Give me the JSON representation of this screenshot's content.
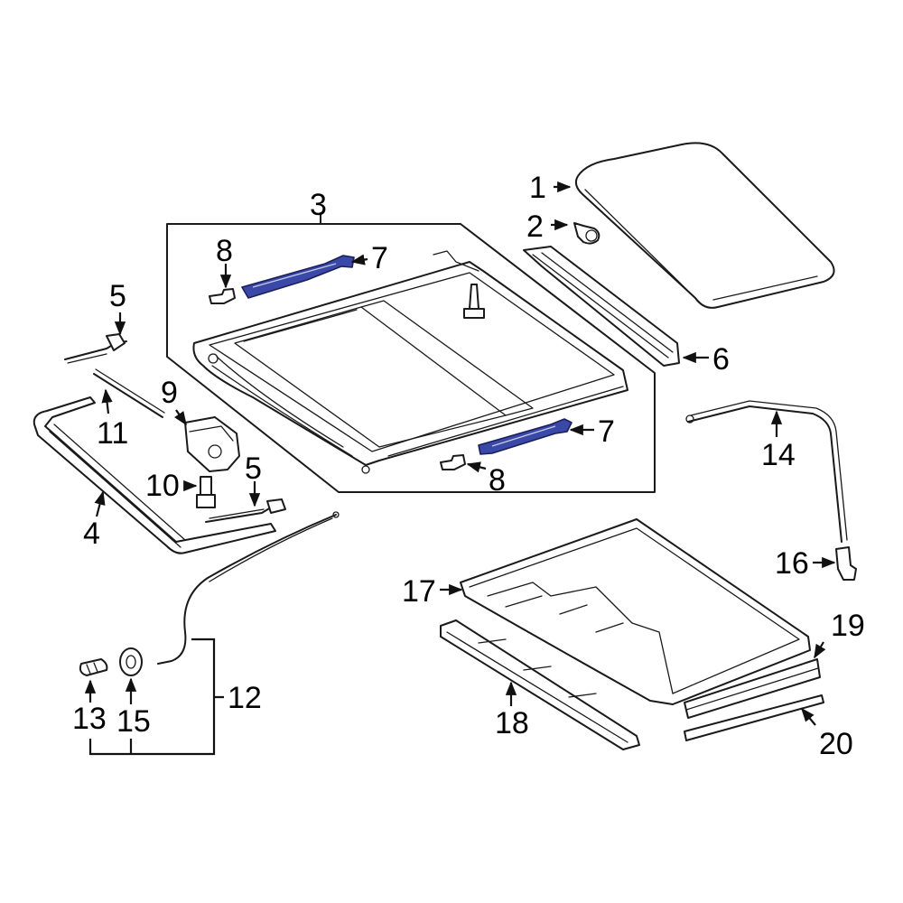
{
  "callouts": {
    "c1": "1",
    "c2": "2",
    "c3": "3",
    "c4": "4",
    "c5a": "5",
    "c5b": "5",
    "c6": "6",
    "c7a": "7",
    "c7b": "7",
    "c8a": "8",
    "c8b": "8",
    "c9": "9",
    "c10": "10",
    "c11": "11",
    "c12": "12",
    "c13": "13",
    "c14": "14",
    "c15": "15",
    "c16": "16",
    "c17": "17",
    "c18": "18",
    "c19": "19",
    "c20": "20"
  },
  "colors": {
    "highlight": "#3a48a8",
    "line": "#1a1a1a",
    "background": "#ffffff"
  }
}
